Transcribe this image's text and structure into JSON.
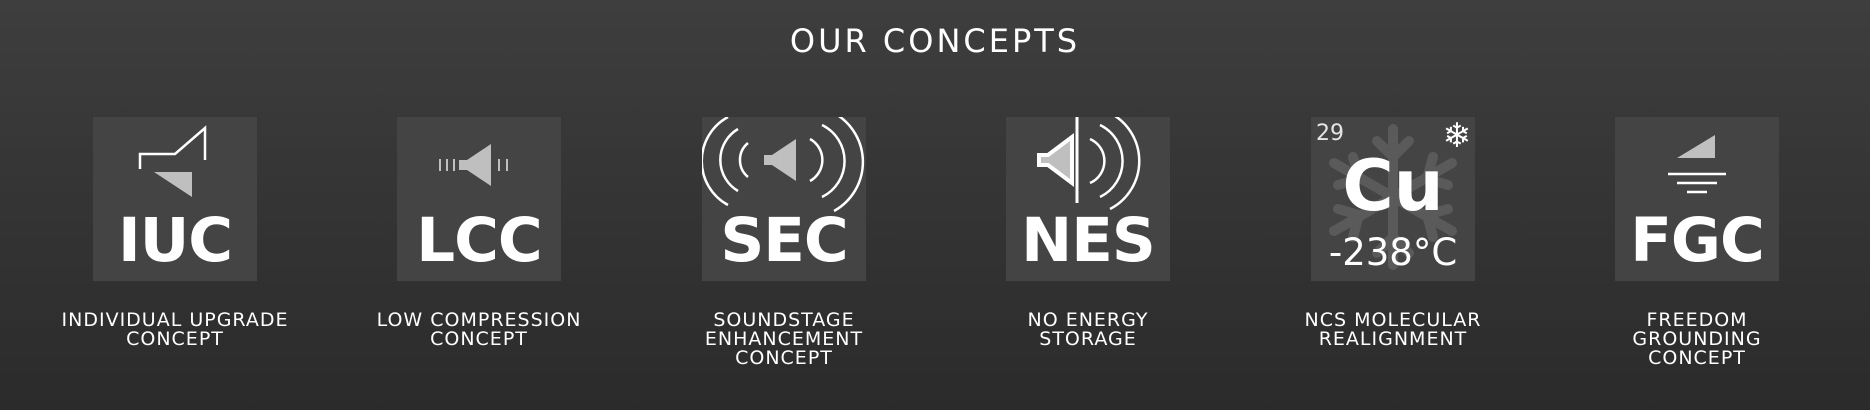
{
  "heading": "OUR CONCEPTS",
  "concepts": [
    {
      "abbr": "IUC",
      "caption": [
        "INDIVIDUAL UPGRADE",
        "CONCEPT"
      ],
      "icon": "upgrade-step-icon"
    },
    {
      "abbr": "LCC",
      "caption": [
        "LOW COMPRESSION",
        "CONCEPT"
      ],
      "icon": "speaker-low-compression-icon"
    },
    {
      "abbr": "SEC",
      "caption": [
        "SOUNDSTAGE",
        "ENHANCEMENT",
        "CONCEPT"
      ],
      "icon": "speaker-soundwaves-icon"
    },
    {
      "abbr": "NES",
      "caption": [
        "NO ENERGY",
        "STORAGE"
      ],
      "icon": "speaker-outline-waves-icon"
    },
    {
      "atomic_number": "29",
      "symbol": "Cu",
      "temperature": "-238°C",
      "caption": [
        "NCS MOLECULAR",
        "REALIGNMENT"
      ],
      "icon": "snowflake-icon"
    },
    {
      "abbr": "FGC",
      "caption": [
        "FREEDOM",
        "GROUNDING",
        "CONCEPT"
      ],
      "icon": "ground-symbol-icon"
    }
  ],
  "colors": {
    "tile_background": "#444444",
    "icon_gray": "#bfbfbf",
    "text": "#ffffff",
    "page_top": "#3e3e3e",
    "page_bottom": "#2b2b2b"
  }
}
